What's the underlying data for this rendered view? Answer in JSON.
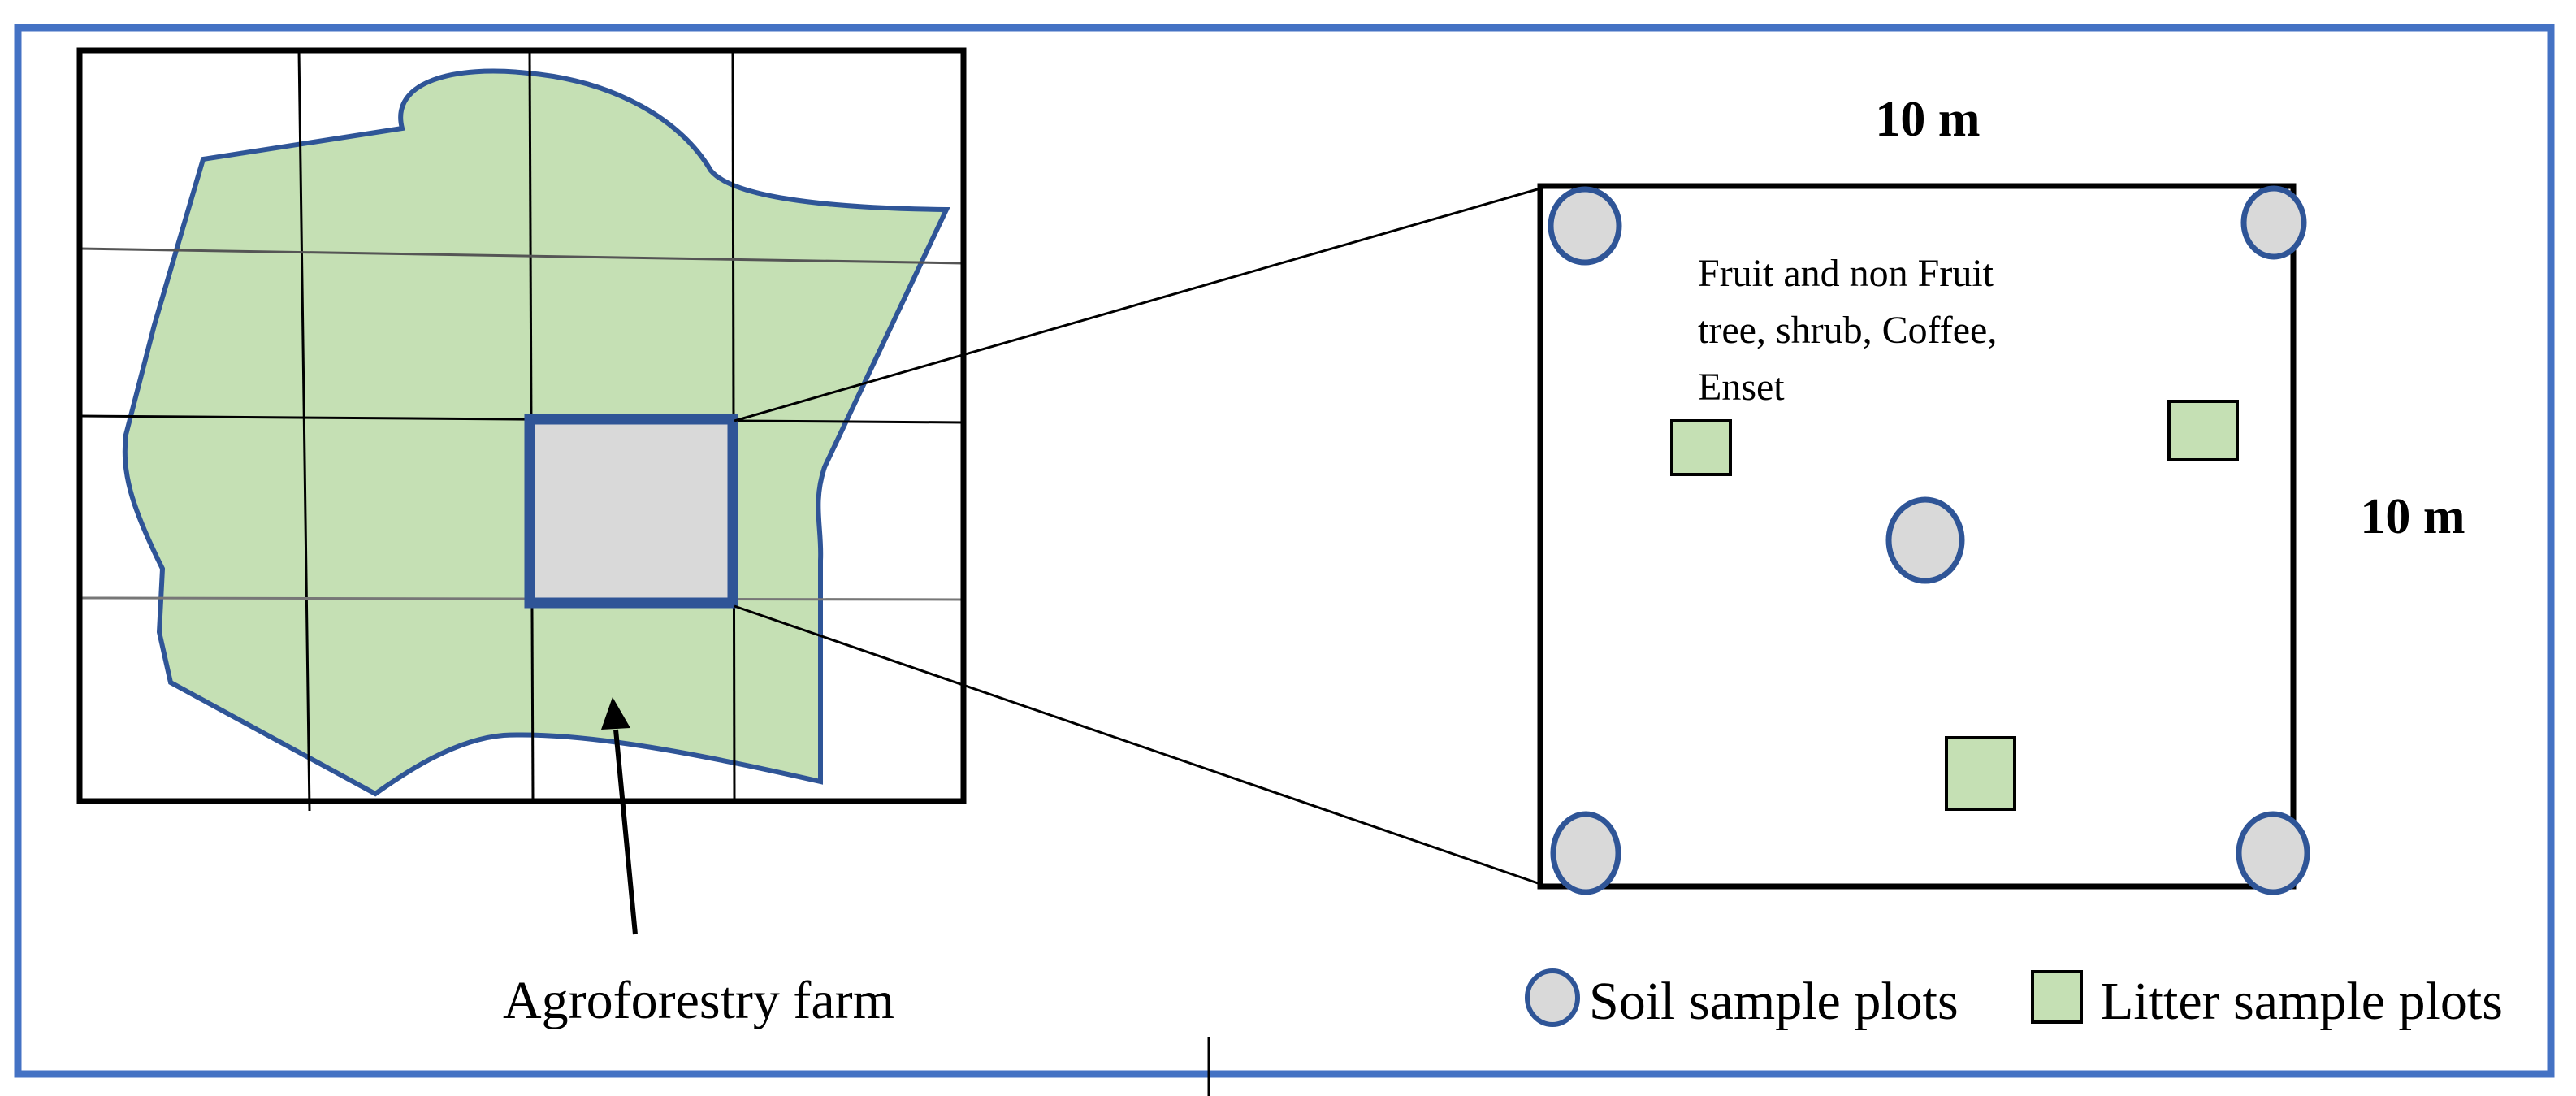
{
  "farm": {
    "label": "Agroforestry farm"
  },
  "plot": {
    "width_label": "10 m",
    "height_label": "10 m",
    "description_lines": [
      "Fruit  and  non  Fruit",
      "tree,  shrub,  Coffee,",
      "Enset"
    ]
  },
  "legend": {
    "soil": "Soil sample plots",
    "litter": "Litter sample plots"
  },
  "colors": {
    "frame": "#4472c4",
    "farm_fill": "#c5e0b4",
    "farm_outline": "#2f5597",
    "highlight_fill": "#d9d9d9",
    "highlight_outline": "#2f5597",
    "soil_fill": "#d9d9d9",
    "soil_outline": "#2f5597",
    "litter_fill": "#c5e0b4",
    "litter_outline": "#000000"
  }
}
